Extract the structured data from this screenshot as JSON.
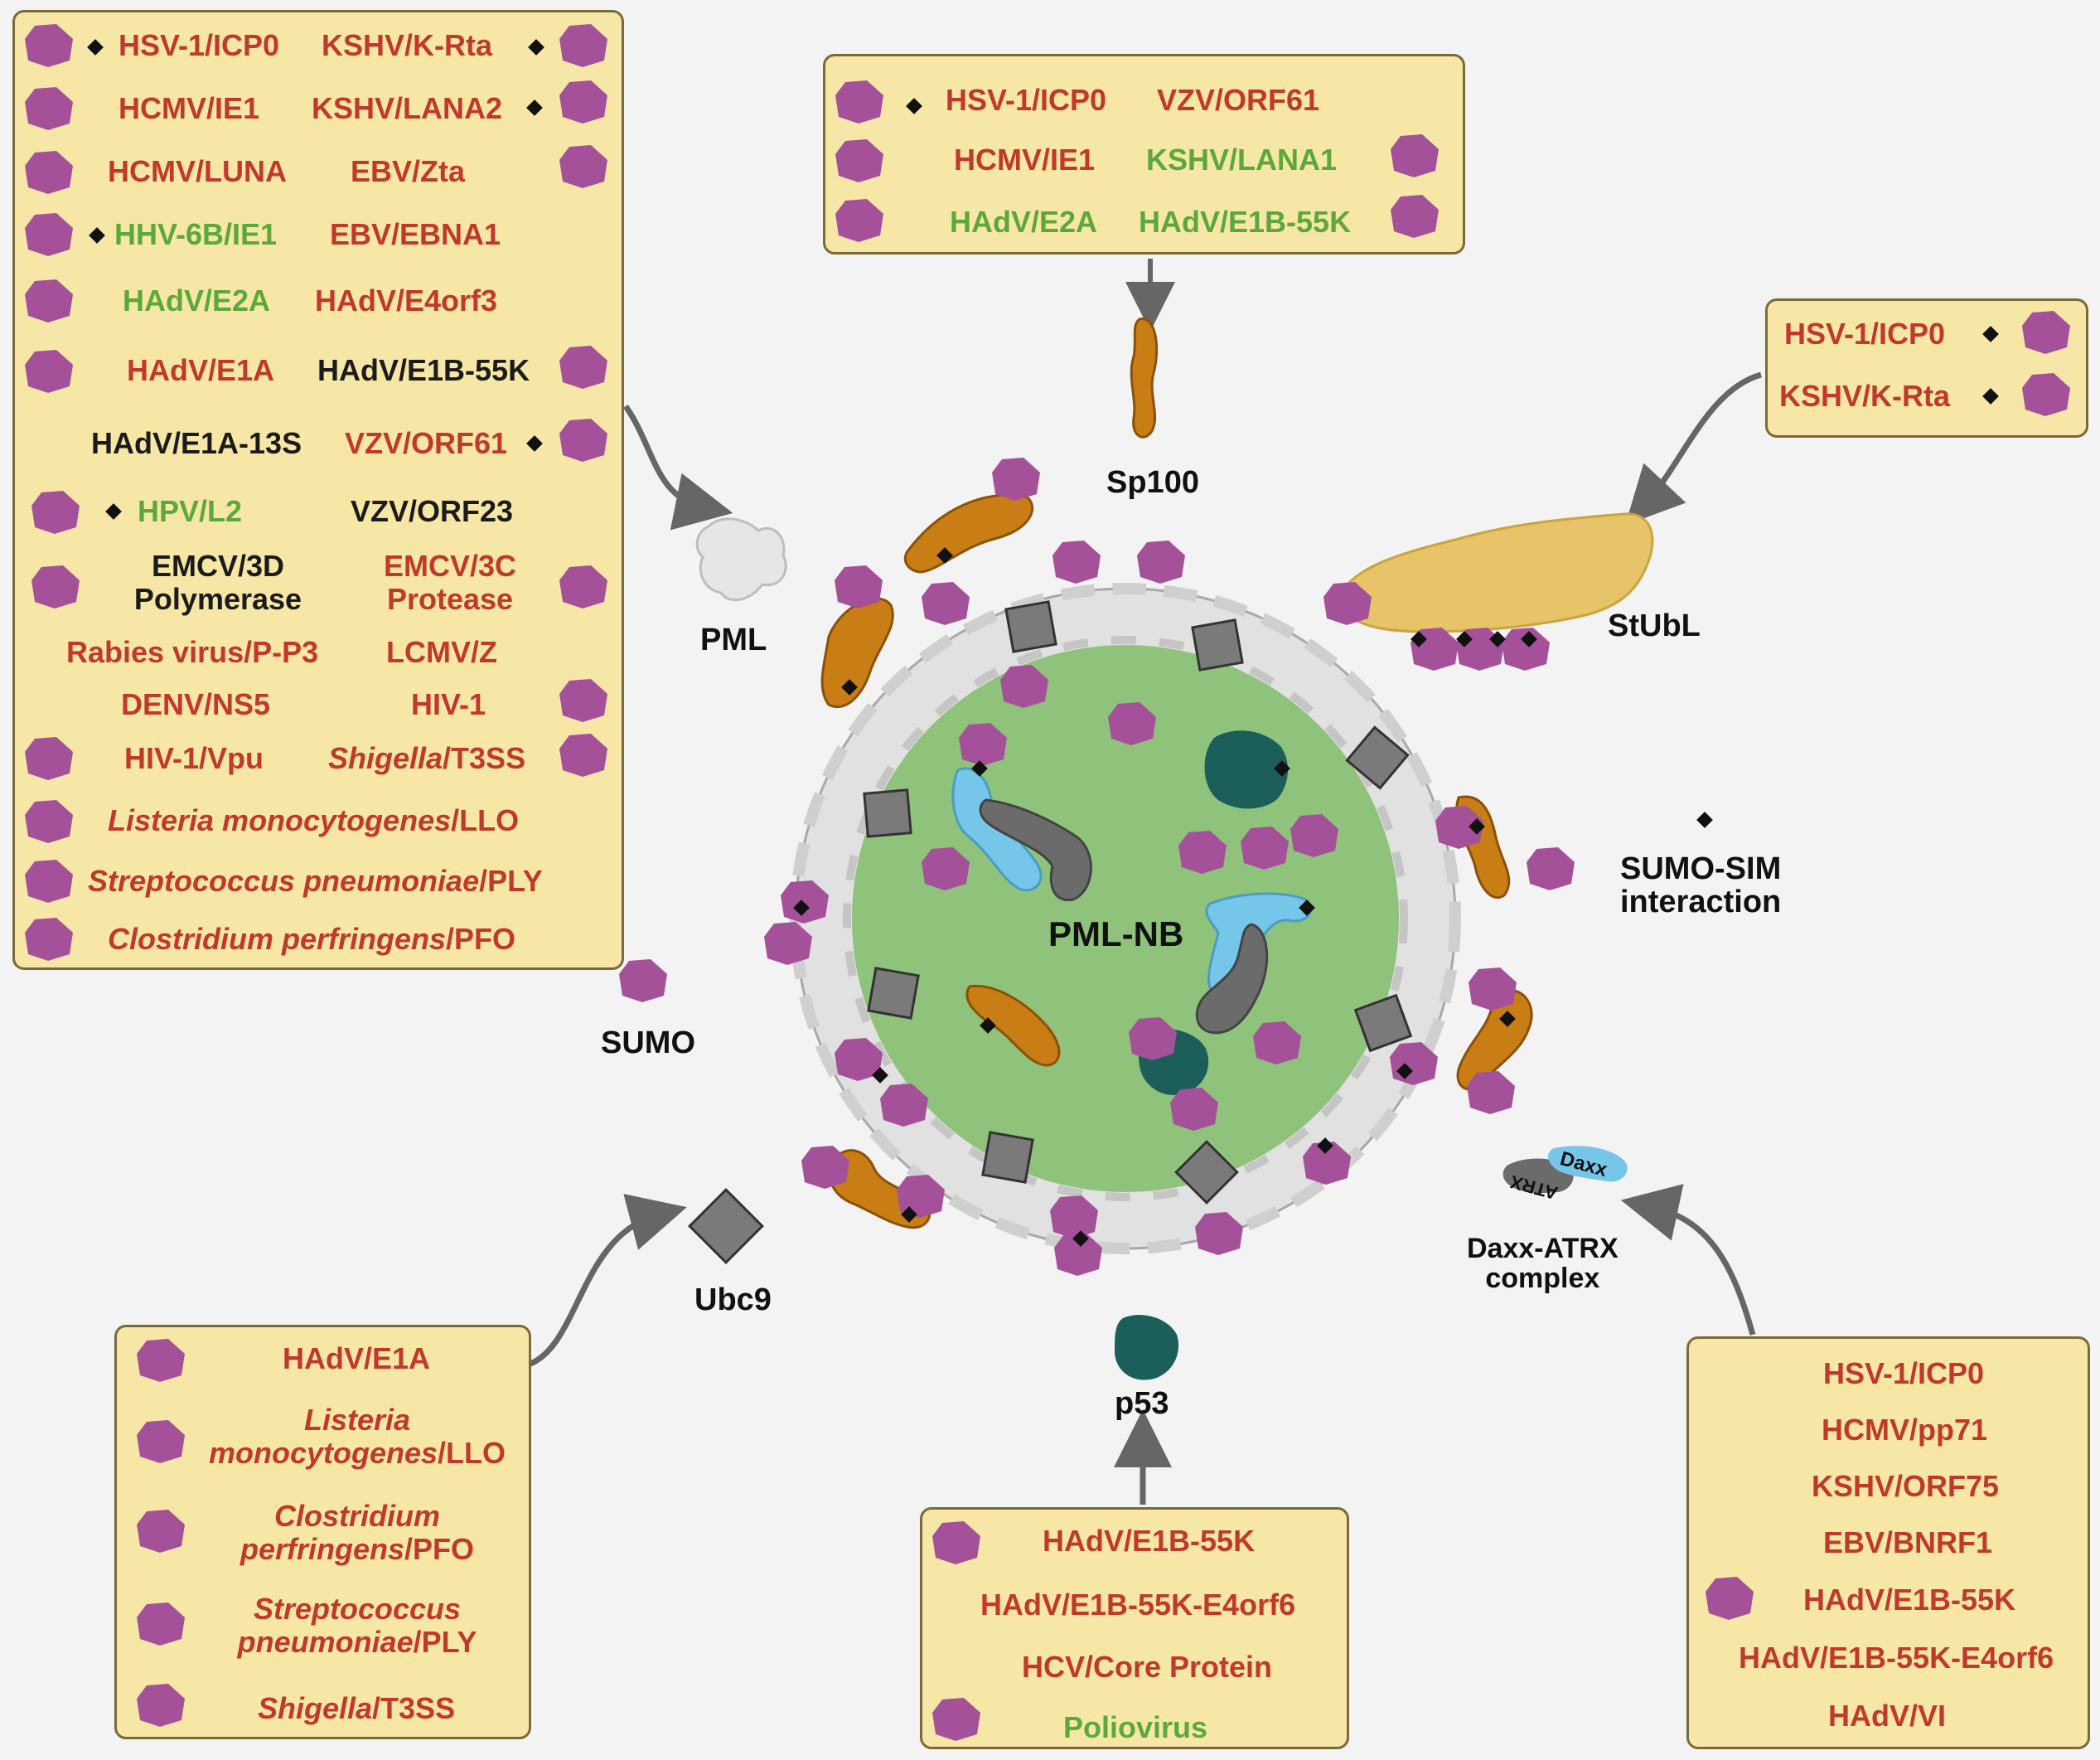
{
  "colors": {
    "panel_bg": "#f6e7a6",
    "red": "#c0392b",
    "green": "#5ca83a",
    "black": "#1b1b1b",
    "sumo": "#a5519a",
    "nucleus": "#8fc27a",
    "sp100": "#c97d15",
    "ubc9": "#7a7a7a",
    "daxx": "#76c6ea",
    "p53": "#1b5e5a",
    "stubl": "#e8c468"
  },
  "labels": {
    "pml": "PML",
    "sp100": "Sp100",
    "stubl": "StUbL",
    "sumo": "SUMO",
    "ubc9": "Ubc9",
    "p53": "p53",
    "pml_nb": "PML-NB",
    "sumo_sim_1": "SUMO-SIM",
    "sumo_sim_2": "interaction",
    "daxx_atrx_1": "Daxx-ATRX",
    "daxx_atrx_2": "complex",
    "daxx_small": "Daxx",
    "atrx_small": "ATRX"
  },
  "pml_panel": {
    "row1_a": "HSV-1/ICP0",
    "row1_b": "KSHV/K-Rta",
    "row2_a": "HCMV/IE1",
    "row2_b": "KSHV/LANA2",
    "row3_a": "HCMV/LUNA",
    "row3_b": "EBV/Zta",
    "row4_a": "HHV-6B/IE1",
    "row4_b": "EBV/EBNA1",
    "row5_a": "HAdV/E2A",
    "row5_b": "HAdV/E4orf3",
    "row6_a": "HAdV/E1A",
    "row6_b": "HAdV/E1B-55K",
    "row7_a": "HAdV/E1A-13S",
    "row7_b": "VZV/ORF61",
    "row8_a": "HPV/L2",
    "row8_b": "VZV/ORF23",
    "row9_a1": "EMCV/3D",
    "row9_a2": "Polymerase",
    "row9_b1": "EMCV/3C",
    "row9_b2": "Protease",
    "row10_a": "Rabies virus/P-P3",
    "row10_b": "LCMV/Z",
    "row11_a": "DENV/NS5",
    "row11_b": "HIV-1",
    "row12_a": "HIV-1/Vpu",
    "row12_b_it": "Shigella",
    "row12_b": "/T3SS",
    "row13_it": "Listeria monocytogenes",
    "row13": "/LLO",
    "row14_it": "Streptococcus pneumoniae",
    "row14": "/PLY",
    "row15_it": "Clostridium perfringens",
    "row15": "/PFO"
  },
  "sp100_panel": {
    "r1a": "HSV-1/ICP0",
    "r1b": "VZV/ORF61",
    "r2a": "HCMV/IE1",
    "r2b": "KSHV/LANA1",
    "r3a": "HAdV/E2A",
    "r3b": "HAdV/E1B-55K"
  },
  "stubl_panel": {
    "r1": "HSV-1/ICP0",
    "r2": "KSHV/K-Rta"
  },
  "ubc9_panel": {
    "r1": "HAdV/E1A",
    "r2_it": "Listeria",
    "r2b_it": "monocytogenes",
    "r2b": "/LLO",
    "r3_it": "Clostridium",
    "r3b_it": "perfringens",
    "r3b": "/PFO",
    "r4_it": "Streptococcus",
    "r4b_it": "pneumoniae",
    "r4b": "/PLY",
    "r5_it": "Shigella",
    "r5": "/T3SS"
  },
  "p53_panel": {
    "r1": "HAdV/E1B-55K",
    "r2": "HAdV/E1B-55K-E4orf6",
    "r3": "HCV/Core Protein",
    "r4": "Poliovirus"
  },
  "daxx_panel": {
    "r1": "HSV-1/ICP0",
    "r2": "HCMV/pp71",
    "r3": "KSHV/ORF75",
    "r4": "EBV/BNRF1",
    "r5": "HAdV/E1B-55K",
    "r6": "HAdV/E1B-55K-E4orf6",
    "r7": "HAdV/VI"
  }
}
